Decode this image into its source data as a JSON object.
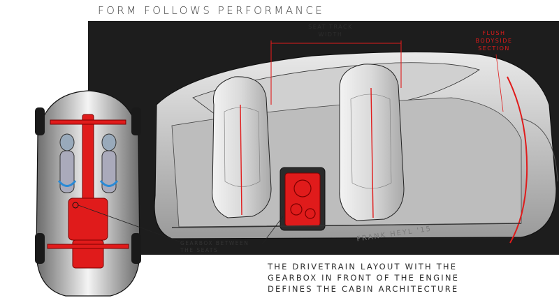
{
  "headline": "FORM FOLLOWS PERFORMANCE",
  "callouts": {
    "seat_track_width": "SEAT TRACK\nWIDTH",
    "flush_bodyside": "FLUSH\nBODYSIDE\nSECTION",
    "gearbox": "GEARBOX BETWEEN\nTHE SEATS"
  },
  "signature": "FRANK HEYL '15",
  "caption": {
    "line1": "THE DRIVETRAIN LAYOUT WITH THE",
    "line2": "GEARBOX IN FRONT OF THE ENGINE",
    "line3": "DEFINES THE CABIN ARCHITECTURE"
  },
  "colors": {
    "accent_red": "#e01b1b",
    "panel_dark": "#1d1d1d",
    "sketch_grey": "#cfcfcf"
  }
}
